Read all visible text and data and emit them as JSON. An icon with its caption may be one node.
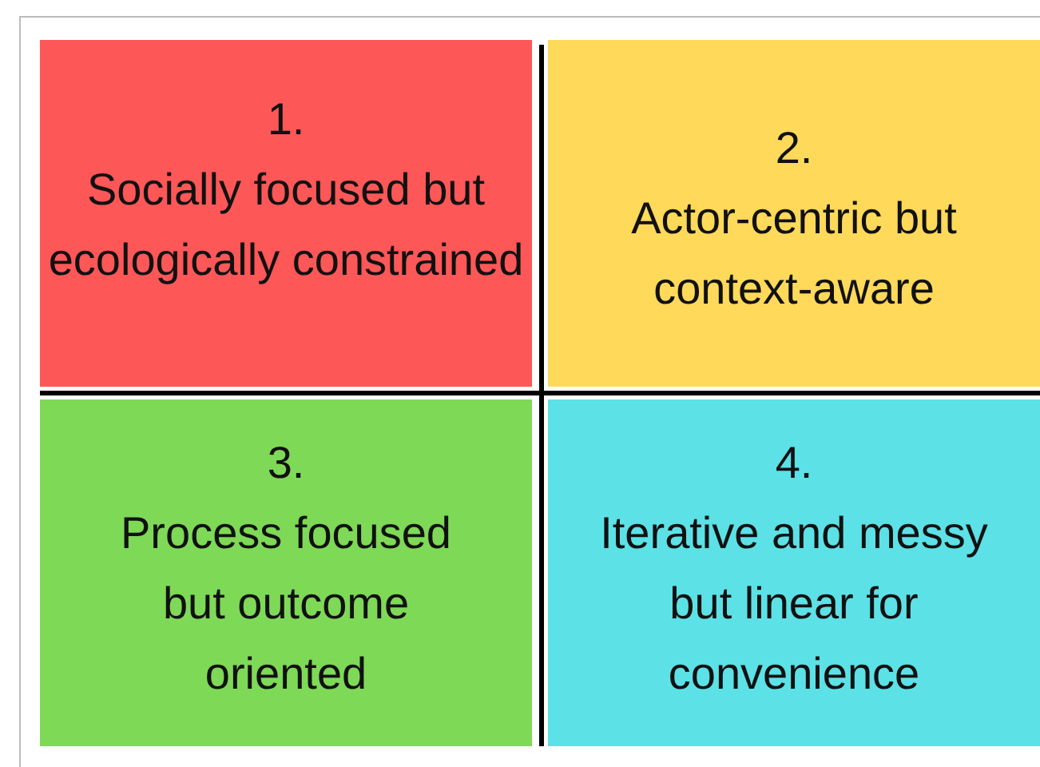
{
  "diagram": {
    "nodes": [
      {
        "text": [
          "1.",
          "Socially focused but ecologically constrained"
        ]
      },
      {
        "text": [
          "2.",
          "Actor-centric but context-aware"
        ]
      },
      {
        "text": [
          "3.",
          "Process focused but outcome oriented"
        ]
      },
      {
        "text": [
          "4.",
          "Iterative and messy but linear for convenience"
        ]
      }
    ],
    "edges": []
  }
}
